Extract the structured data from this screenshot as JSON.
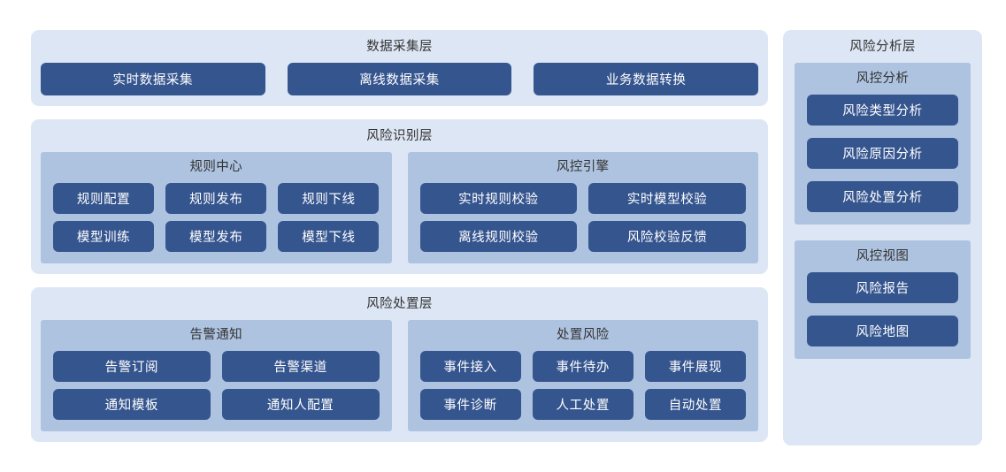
{
  "left_column": {
    "layers": [
      {
        "title": "数据采集层",
        "type": "buttons",
        "buttons": [
          "实时数据采集",
          "离线数据采集",
          "业务数据转换"
        ]
      },
      {
        "title": "风险识别层",
        "type": "groups",
        "groups": [
          {
            "title": "规则中心",
            "columns": 3,
            "buttons": [
              "规则配置",
              "规则发布",
              "规则下线",
              "模型训练",
              "模型发布",
              "模型下线"
            ]
          },
          {
            "title": "风控引擎",
            "columns": 2,
            "buttons": [
              "实时规则校验",
              "实时模型校验",
              "离线规则校验",
              "风险校验反馈"
            ]
          }
        ]
      },
      {
        "title": "风险处置层",
        "type": "groups",
        "groups": [
          {
            "title": "告警通知",
            "columns": 2,
            "buttons": [
              "告警订阅",
              "告警渠道",
              "通知模板",
              "通知人配置"
            ]
          },
          {
            "title": "处置风险",
            "columns": 3,
            "buttons": [
              "事件接入",
              "事件待办",
              "事件展现",
              "事件诊断",
              "人工处置",
              "自动处置"
            ]
          }
        ]
      }
    ]
  },
  "right_column": {
    "title": "风险分析层",
    "panels": [
      {
        "title": "风控分析",
        "buttons": [
          "风险类型分析",
          "风险原因分析",
          "风险处置分析"
        ]
      },
      {
        "title": "风控视图",
        "buttons": [
          "风险报告",
          "风险地图"
        ]
      }
    ]
  },
  "colors": {
    "page_background": "#ffffff",
    "layer_background": "#dde6f4",
    "panel_background": "#aec3e0",
    "button_fill": "#35558f",
    "button_text": "#ffffff",
    "title_text": "#333333"
  }
}
